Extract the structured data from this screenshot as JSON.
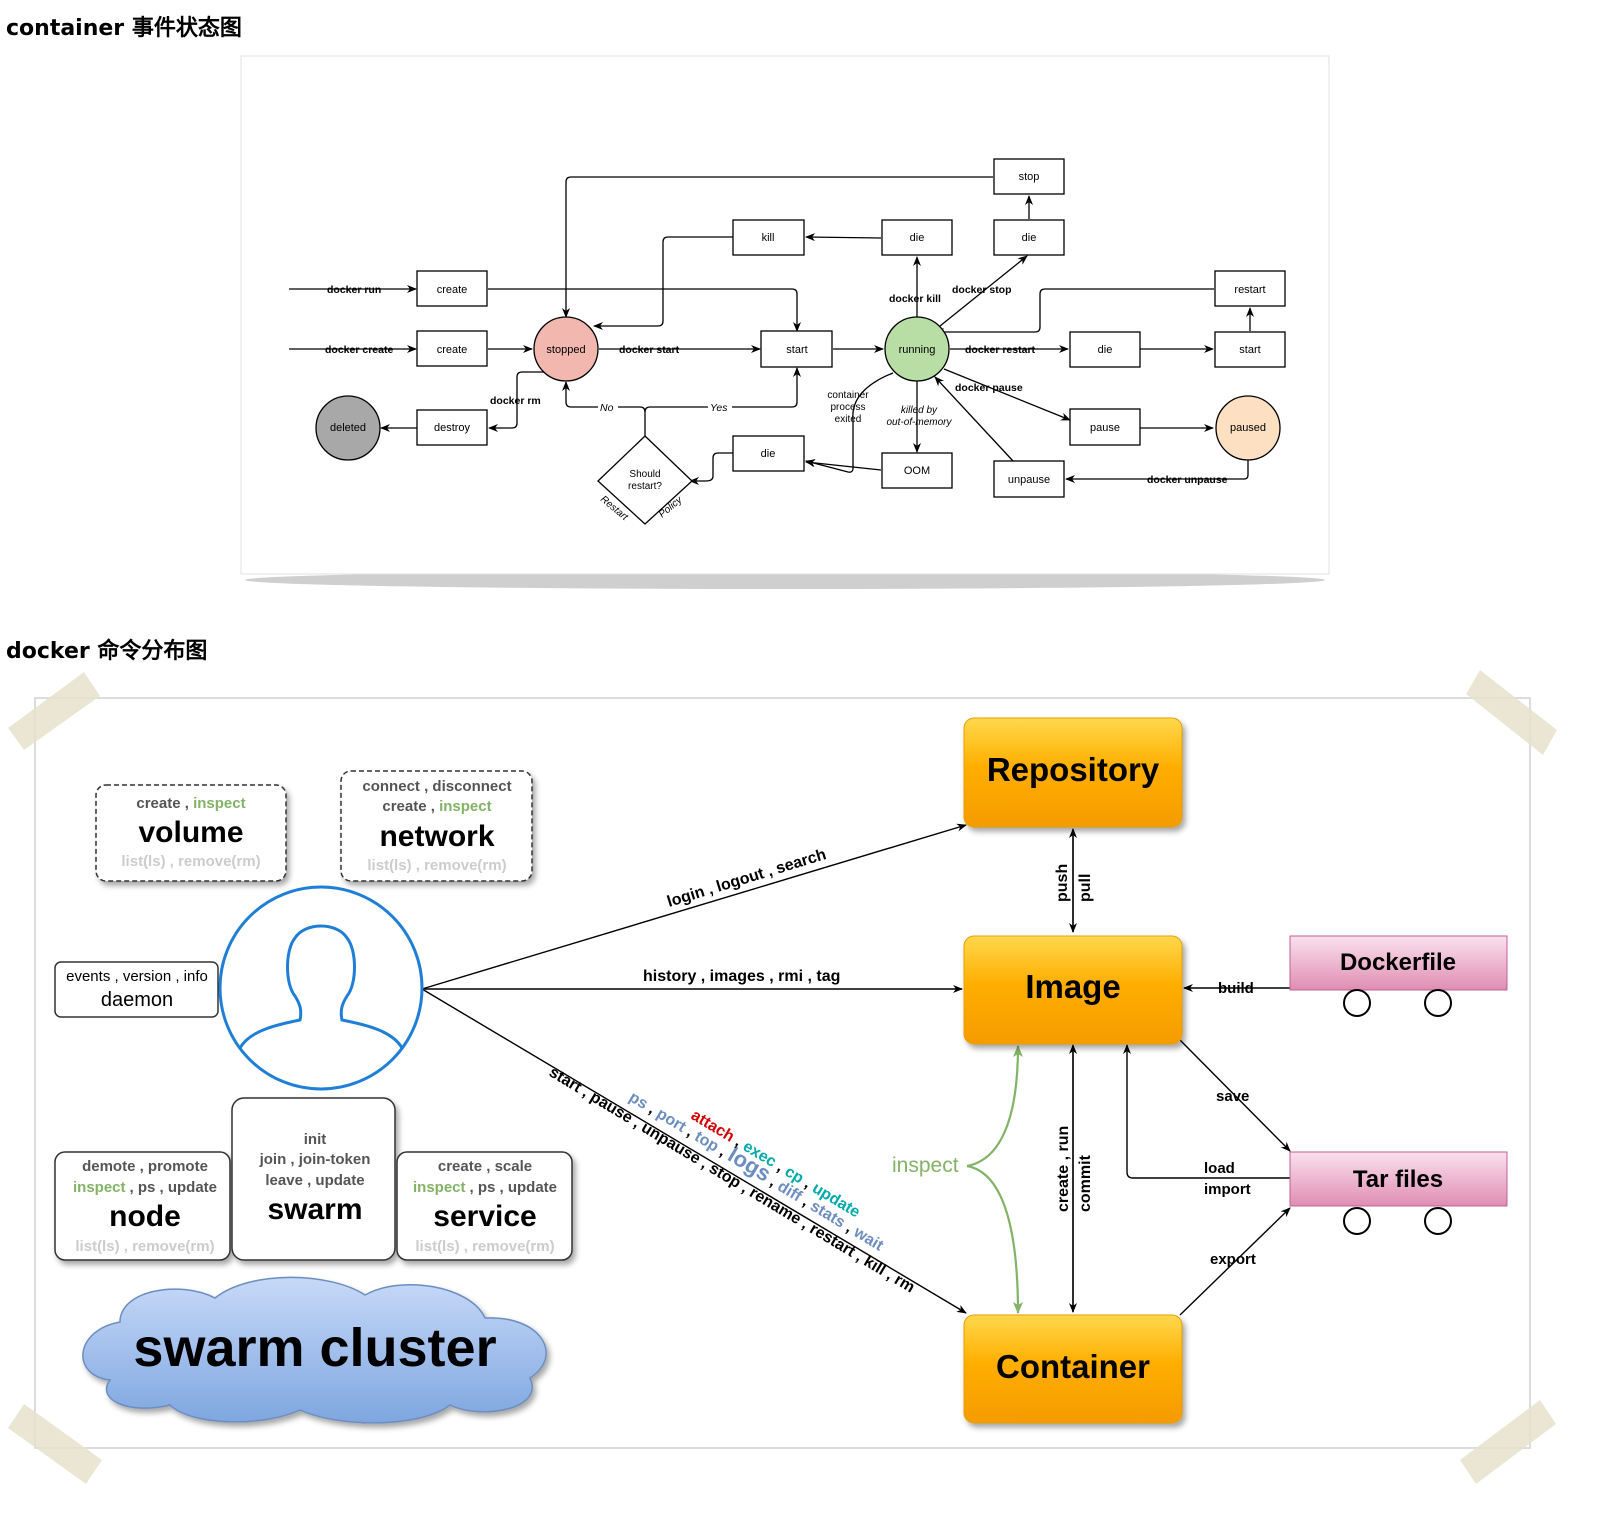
{
  "titles": {
    "state_diagram": "container 事件状态图",
    "command_diagram": "docker 命令分布图"
  },
  "state": {
    "docker_run": "docker run",
    "docker_create": "docker create",
    "create": "create",
    "stopped": "stopped",
    "docker_start": "docker start",
    "start": "start",
    "running": "running",
    "kill": "kill",
    "die": "die",
    "stop": "stop",
    "docker_kill": "docker kill",
    "docker_stop": "docker stop",
    "docker_restart": "docker restart",
    "restart": "restart",
    "docker_pause": "docker pause",
    "pause": "pause",
    "paused": "paused",
    "unpause": "unpause",
    "docker_unpause": "docker unpause",
    "oom": "OOM",
    "container_process_exited": [
      "container",
      "process",
      "exited"
    ],
    "killed_by": "killed by",
    "out_of_memory": "out-of-memory",
    "docker_rm": "docker rm",
    "destroy": "destroy",
    "deleted": "deleted",
    "no": "No",
    "yes": "Yes",
    "should_restart": [
      "Should",
      "restart?"
    ],
    "restart_word": "Restart",
    "policy_word": "Policy"
  },
  "commands": {
    "volume": {
      "top": [
        "create",
        "inspect"
      ],
      "title": "volume",
      "bottom": "list(ls) , remove(rm)"
    },
    "network": {
      "top1": "connect , disconnect",
      "top2": [
        "create",
        "inspect"
      ],
      "title": "network",
      "bottom": "list(ls) , remove(rm)"
    },
    "daemon": {
      "top": "events , version , info",
      "title": "daemon"
    },
    "node": {
      "top1": "demote , promote",
      "top2": [
        "inspect",
        ", ps , update"
      ],
      "title": "node",
      "bottom": "list(ls) , remove(rm)"
    },
    "swarm": {
      "lines": [
        "init",
        "join , join-token",
        "leave , update"
      ],
      "title": "swarm"
    },
    "service": {
      "top1": "create , scale",
      "top2": [
        "inspect",
        ", ps , update"
      ],
      "title": "service",
      "bottom": "list(ls) , remove(rm)"
    },
    "cluster": "swarm cluster",
    "repository": "Repository",
    "image": "Image",
    "container": "Container",
    "dockerfile": "Dockerfile",
    "tar_files": "Tar files",
    "login_line": "login , logout , search",
    "history_line": "history , images , rmi , tag",
    "start_line": "start , pause , unpause , stop , rename , restart , kill , rm",
    "ps_line": [
      "ps",
      "port",
      "top",
      "logs",
      "diff",
      "stats",
      "wait"
    ],
    "attach_line": [
      "attach",
      "exec",
      "cp",
      "update"
    ],
    "push": "push",
    "pull": "pull",
    "build": "build",
    "save": "save",
    "load": "load",
    "import": "import",
    "export": "export",
    "inspect": "inspect",
    "create_run": "create , run",
    "commit": "commit",
    "colors": {
      "orange": "#f9a600",
      "pink": "#e696b8",
      "green": "#82b366",
      "blue": "#6c8ebf",
      "red": "#d40000",
      "teal": "#00aaaa"
    }
  }
}
